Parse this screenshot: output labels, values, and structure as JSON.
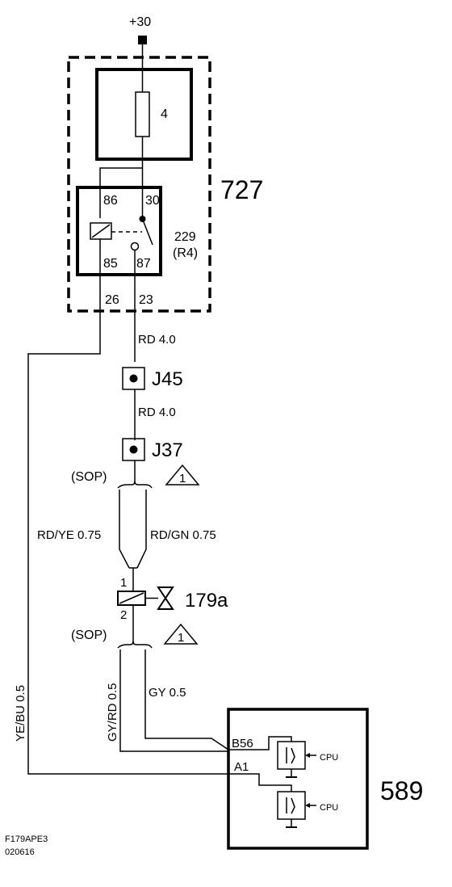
{
  "supply": {
    "label": "+30"
  },
  "fuse": {
    "number": "4"
  },
  "box727": {
    "label": "727"
  },
  "relay": {
    "pins": {
      "p86": "86",
      "p30": "30",
      "p85": "85",
      "p87": "87"
    },
    "number": "229",
    "code": "(R4)"
  },
  "connector_pins": {
    "left": "26",
    "right": "23"
  },
  "wires": {
    "rd_upper": "RD 4.0",
    "rd_lower": "RD 4.0",
    "rd_ye": "RD/YE  0.75",
    "rd_gn": "RD/GN  0.75",
    "gy_rd": "GY/RD 0.5",
    "gy": "GY   0.5",
    "ye_bu": "YE/BU  0.5"
  },
  "junctions": {
    "j45": "J45",
    "j37": "J37"
  },
  "sop": {
    "upper": "(SOP)",
    "lower": "(SOP)"
  },
  "warning": {
    "upper": "1",
    "lower": "1"
  },
  "valve": {
    "label": "179a",
    "pin1": "1",
    "pin2": "2"
  },
  "ecu": {
    "label": "589",
    "pin_b56": "B56",
    "pin_a1": "A1",
    "cpu_top": "CPU",
    "cpu_bottom": "CPU"
  },
  "footer": {
    "code": "F179APE3",
    "date": "020616"
  },
  "colors": {
    "line": "#000000",
    "background": "#ffffff"
  }
}
